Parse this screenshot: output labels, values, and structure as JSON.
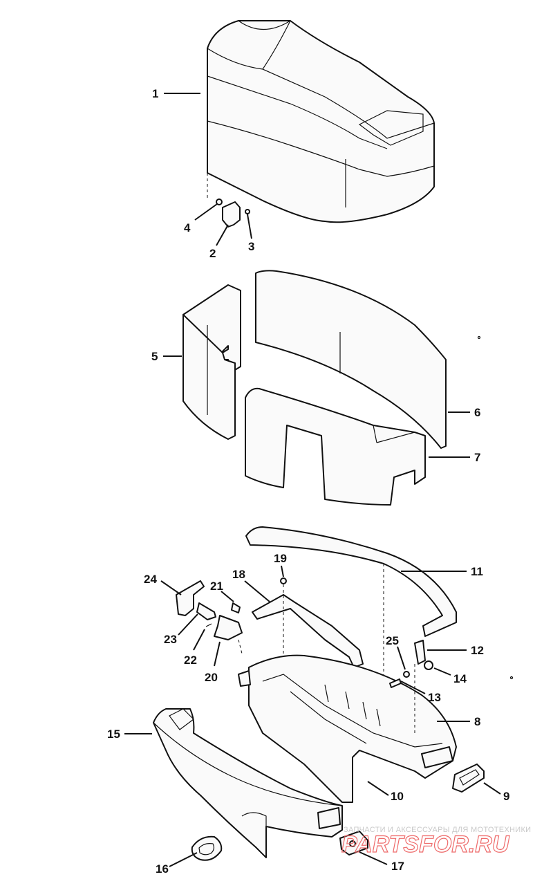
{
  "callouts": [
    {
      "id": "1",
      "label": "1"
    },
    {
      "id": "2",
      "label": "2"
    },
    {
      "id": "3",
      "label": "3"
    },
    {
      "id": "4",
      "label": "4"
    },
    {
      "id": "5",
      "label": "5"
    },
    {
      "id": "6",
      "label": "6"
    },
    {
      "id": "7",
      "label": "7"
    },
    {
      "id": "8",
      "label": "8"
    },
    {
      "id": "9",
      "label": "9"
    },
    {
      "id": "10",
      "label": "10"
    },
    {
      "id": "11",
      "label": "11"
    },
    {
      "id": "12",
      "label": "12"
    },
    {
      "id": "13",
      "label": "13"
    },
    {
      "id": "14",
      "label": "14"
    },
    {
      "id": "15",
      "label": "15"
    },
    {
      "id": "16",
      "label": "16"
    },
    {
      "id": "17",
      "label": "17"
    },
    {
      "id": "18",
      "label": "18"
    },
    {
      "id": "19",
      "label": "19"
    },
    {
      "id": "20",
      "label": "20"
    },
    {
      "id": "21",
      "label": "21"
    },
    {
      "id": "22",
      "label": "22"
    },
    {
      "id": "23",
      "label": "23"
    },
    {
      "id": "24",
      "label": "24"
    },
    {
      "id": "25",
      "label": "25"
    }
  ],
  "watermark": {
    "tagline": "ЗАПЧАСТИ И АКСЕССУАРЫ ДЛЯ МОТОТЕХНИКИ",
    "brand": "PARTSFOR.RU",
    "color": "#ee6b6b"
  }
}
